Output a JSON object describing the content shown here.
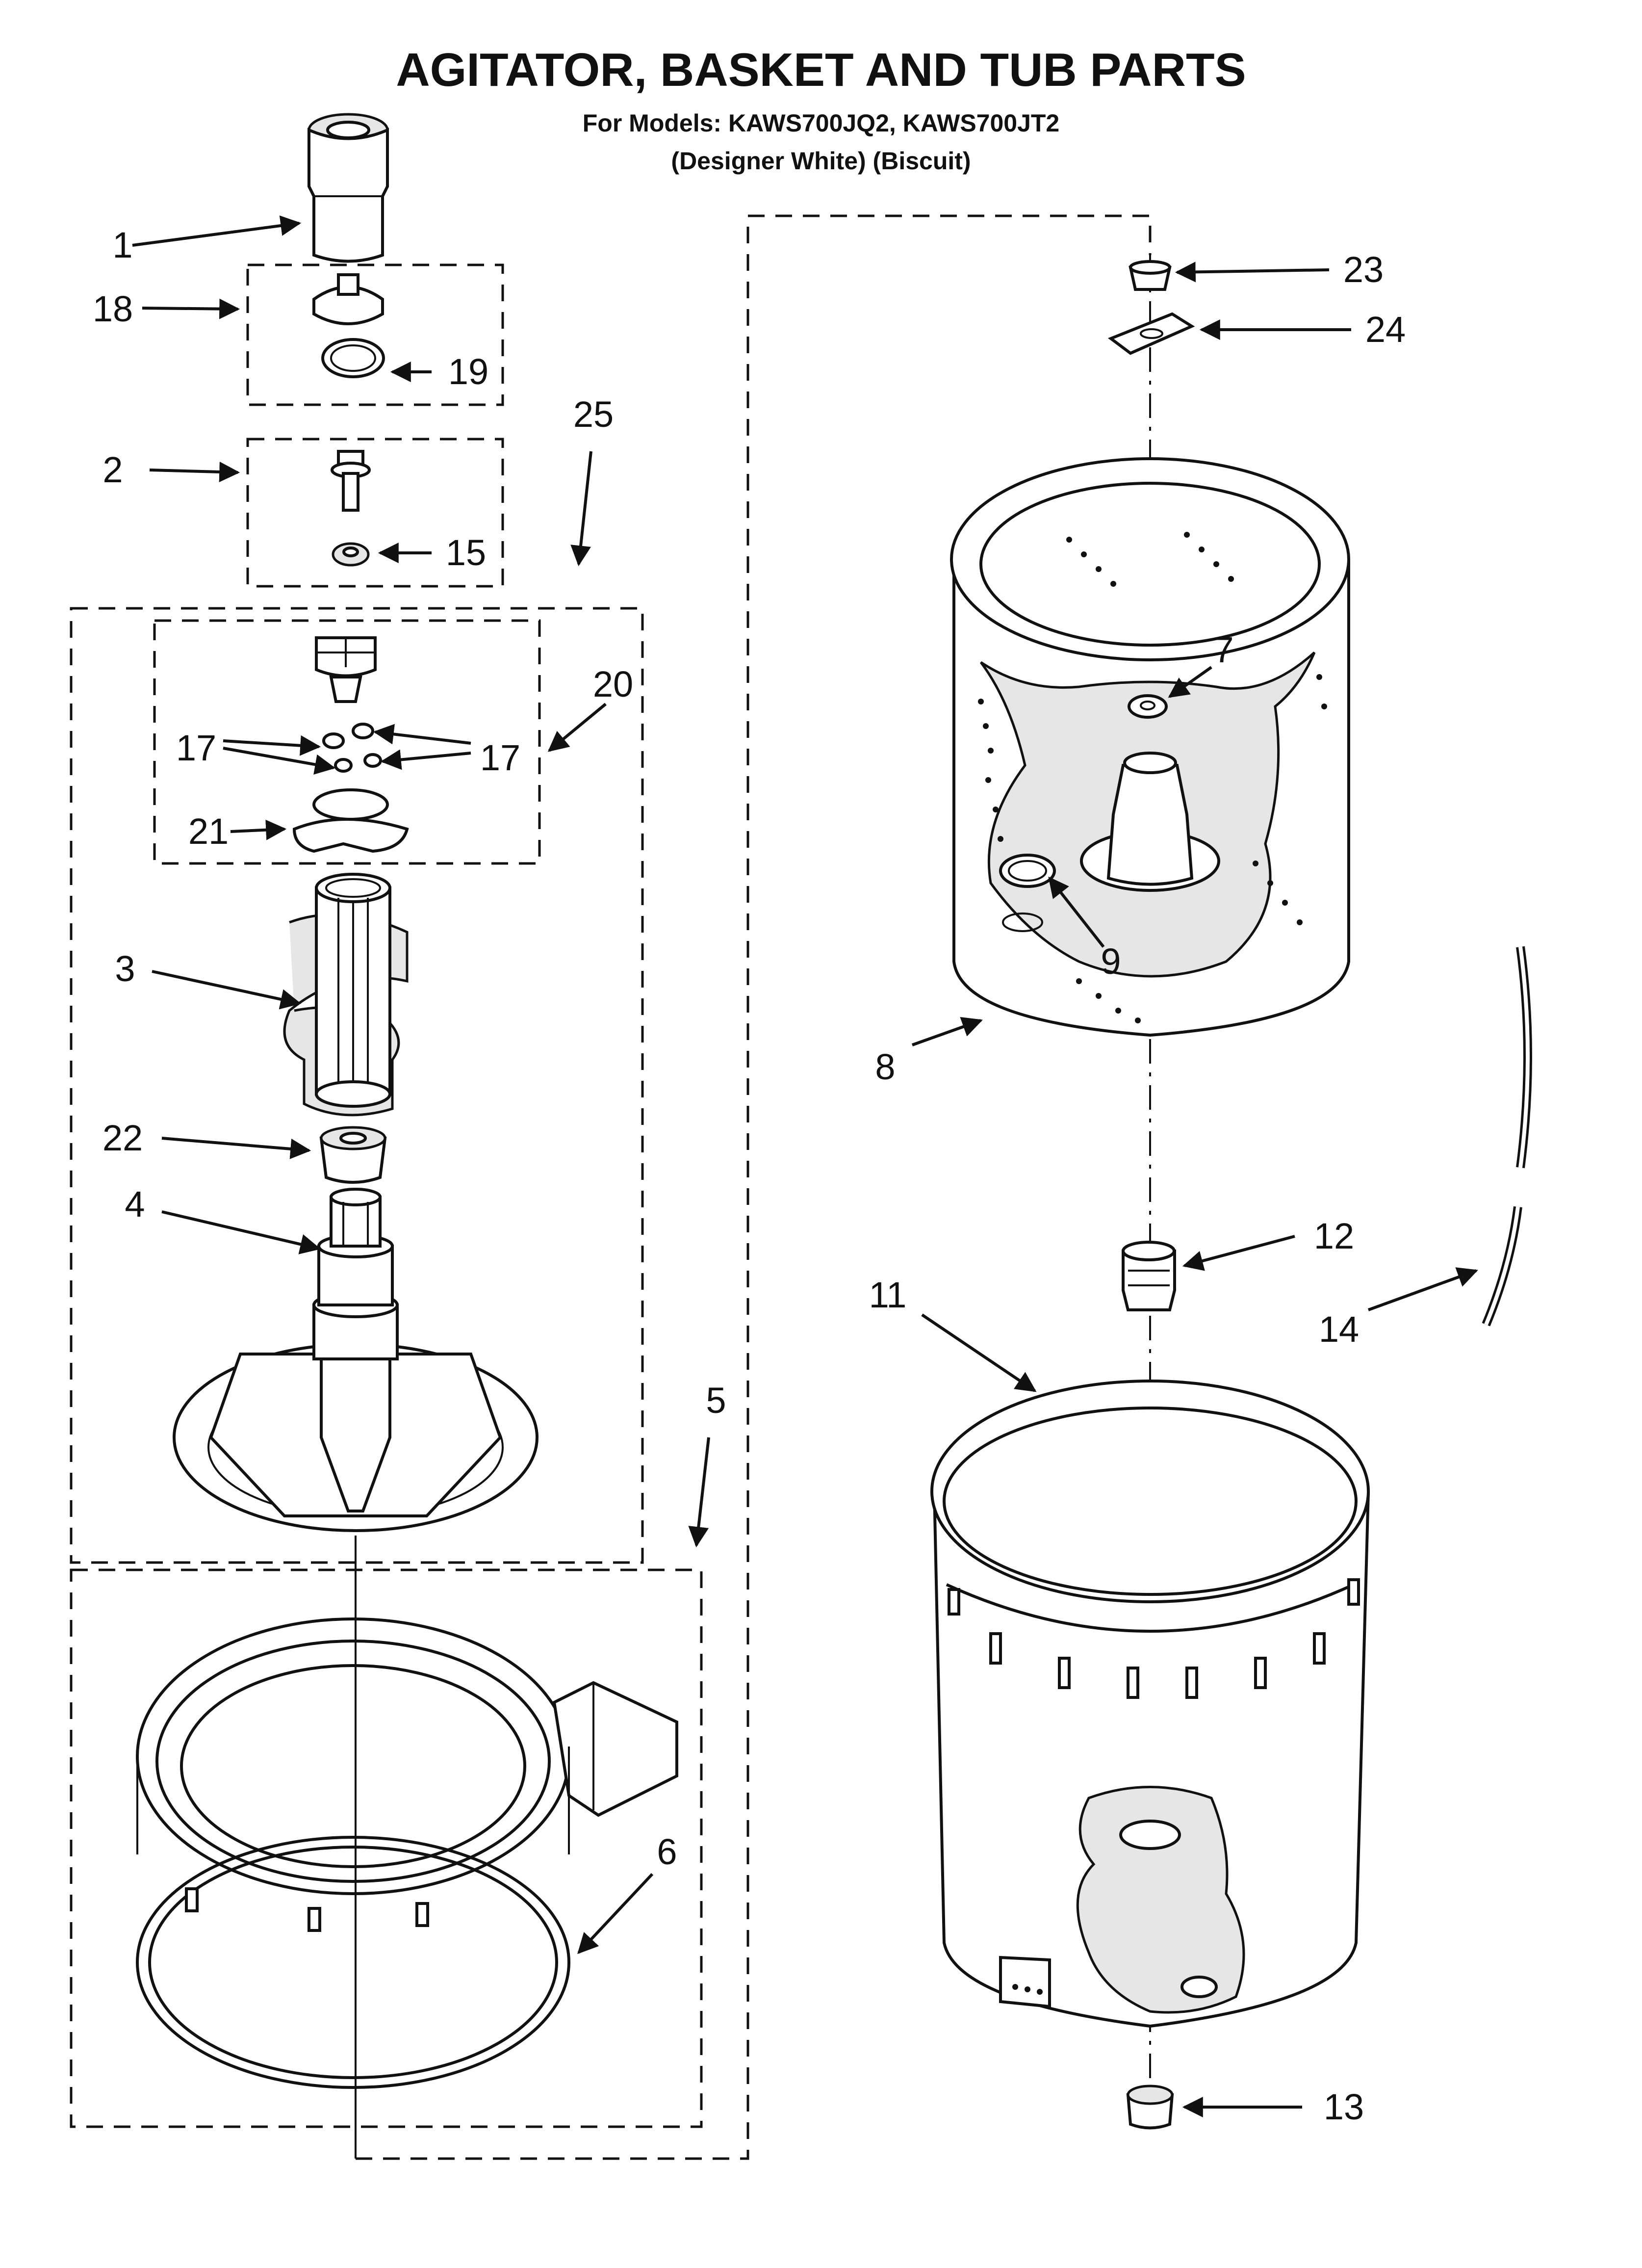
{
  "header": {
    "title": "AGITATOR, BASKET AND TUB PARTS",
    "models": "For Models: KAWS700JQ2, KAWS700JT2",
    "colors": "(Designer White)  (Biscuit)"
  },
  "callouts": {
    "c1": "1",
    "c18": "18",
    "c19": "19",
    "c2": "2",
    "c15": "15",
    "c25": "25",
    "c20": "20",
    "c17a": "17",
    "c17b": "17",
    "c21": "21",
    "c3": "3",
    "c22": "22",
    "c4": "4",
    "c5": "5",
    "c6": "6",
    "c23": "23",
    "c24": "24",
    "c7": "7",
    "c9": "9",
    "c8": "8",
    "c12": "12",
    "c11": "11",
    "c14": "14",
    "c13": "13"
  },
  "colors": {
    "ink": "#111111",
    "paper": "#ffffff",
    "shade": "#e6e6e6"
  }
}
